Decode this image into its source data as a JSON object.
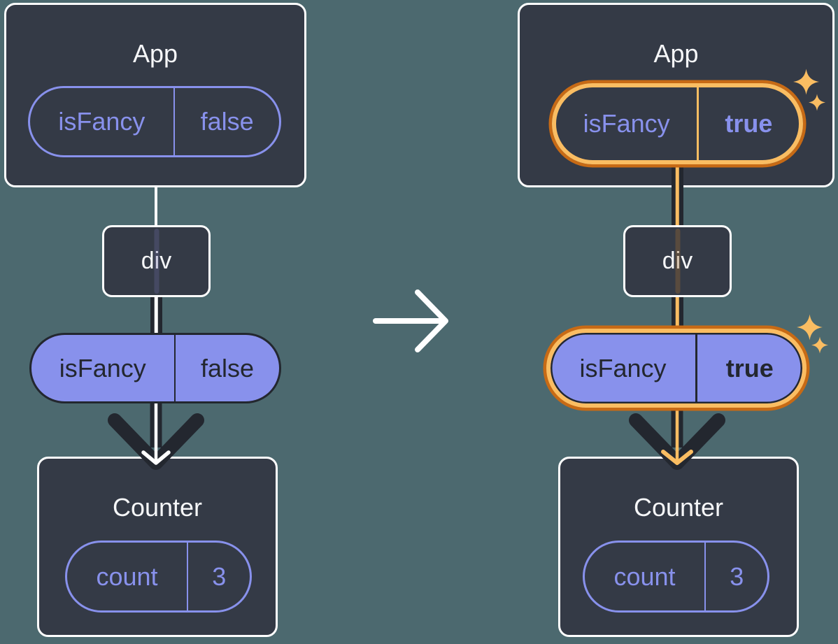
{
  "colors": {
    "background": "#4C696F",
    "card_bg": "#343A46",
    "card_border": "#FFFFFF",
    "purple": "#8891EC",
    "ink_dark": "#23272F",
    "orange_outer": "#C76A15",
    "orange_inner": "#FABD62",
    "white": "#FFFFFF"
  },
  "left_tree": {
    "app_card": {
      "title": "App",
      "prop_pill": {
        "key": "isFancy",
        "value": "false"
      }
    },
    "div_node": {
      "label": "div"
    },
    "passed_prop_pill": {
      "key": "isFancy",
      "value": "false"
    },
    "counter_card": {
      "title": "Counter",
      "state_pill": {
        "key": "count",
        "value": "3"
      }
    }
  },
  "right_tree": {
    "app_card": {
      "title": "App",
      "prop_pill": {
        "key": "isFancy",
        "value": "true"
      }
    },
    "div_node": {
      "label": "div"
    },
    "passed_prop_pill": {
      "key": "isFancy",
      "value": "true"
    },
    "counter_card": {
      "title": "Counter",
      "state_pill": {
        "key": "count",
        "value": "3"
      }
    }
  }
}
